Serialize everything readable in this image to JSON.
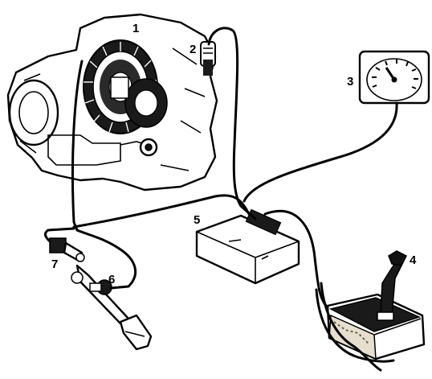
{
  "callouts": {
    "c1": "1",
    "c2": "2",
    "c3": "3",
    "c4": "4",
    "c5": "5",
    "c6": "6",
    "c7": "7"
  },
  "colors": {
    "ink": "#000000",
    "paper": "#ffffff",
    "shade": "#d6d0c4"
  }
}
